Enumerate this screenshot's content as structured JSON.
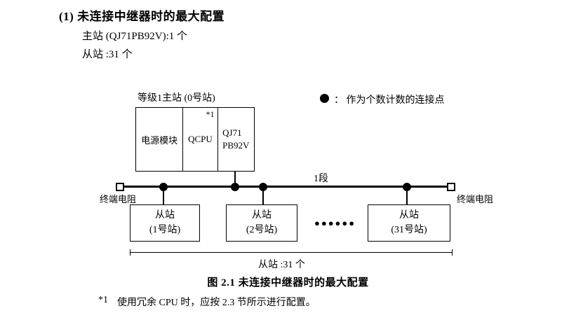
{
  "header": {
    "title": "(1) 未连接中继器时的最大配置",
    "master_line": "主站 (QJ71PB92V):1 个",
    "slave_line": "从站 :31 个"
  },
  "diagram": {
    "master_label": "等级1主站 (0号站)",
    "master_cells": {
      "power": "电源模块",
      "qcpu": "QCPU",
      "qcpu_note": "*1",
      "qj71_line1": "QJ71",
      "qj71_line2": "PB92V"
    },
    "legend_text": "：  作为个数计数的连接点",
    "segment_label": "1段",
    "terminator_left": "终端电阻",
    "terminator_right": "终端电阻",
    "slaves": [
      {
        "line1": "从站",
        "line2": "(1号站)"
      },
      {
        "line1": "从站",
        "line2": "(2号站)"
      },
      {
        "line1": "从站",
        "line2": "(31号站)"
      }
    ],
    "ellipsis": "●●●●●●",
    "span_label": "从站 :31 个"
  },
  "caption": "图 2.1  未连接中继器时的最大配置",
  "footnote": {
    "marker": "*1",
    "text": "使用冗余 CPU 时，应按 2.3 节所示进行配置。"
  }
}
